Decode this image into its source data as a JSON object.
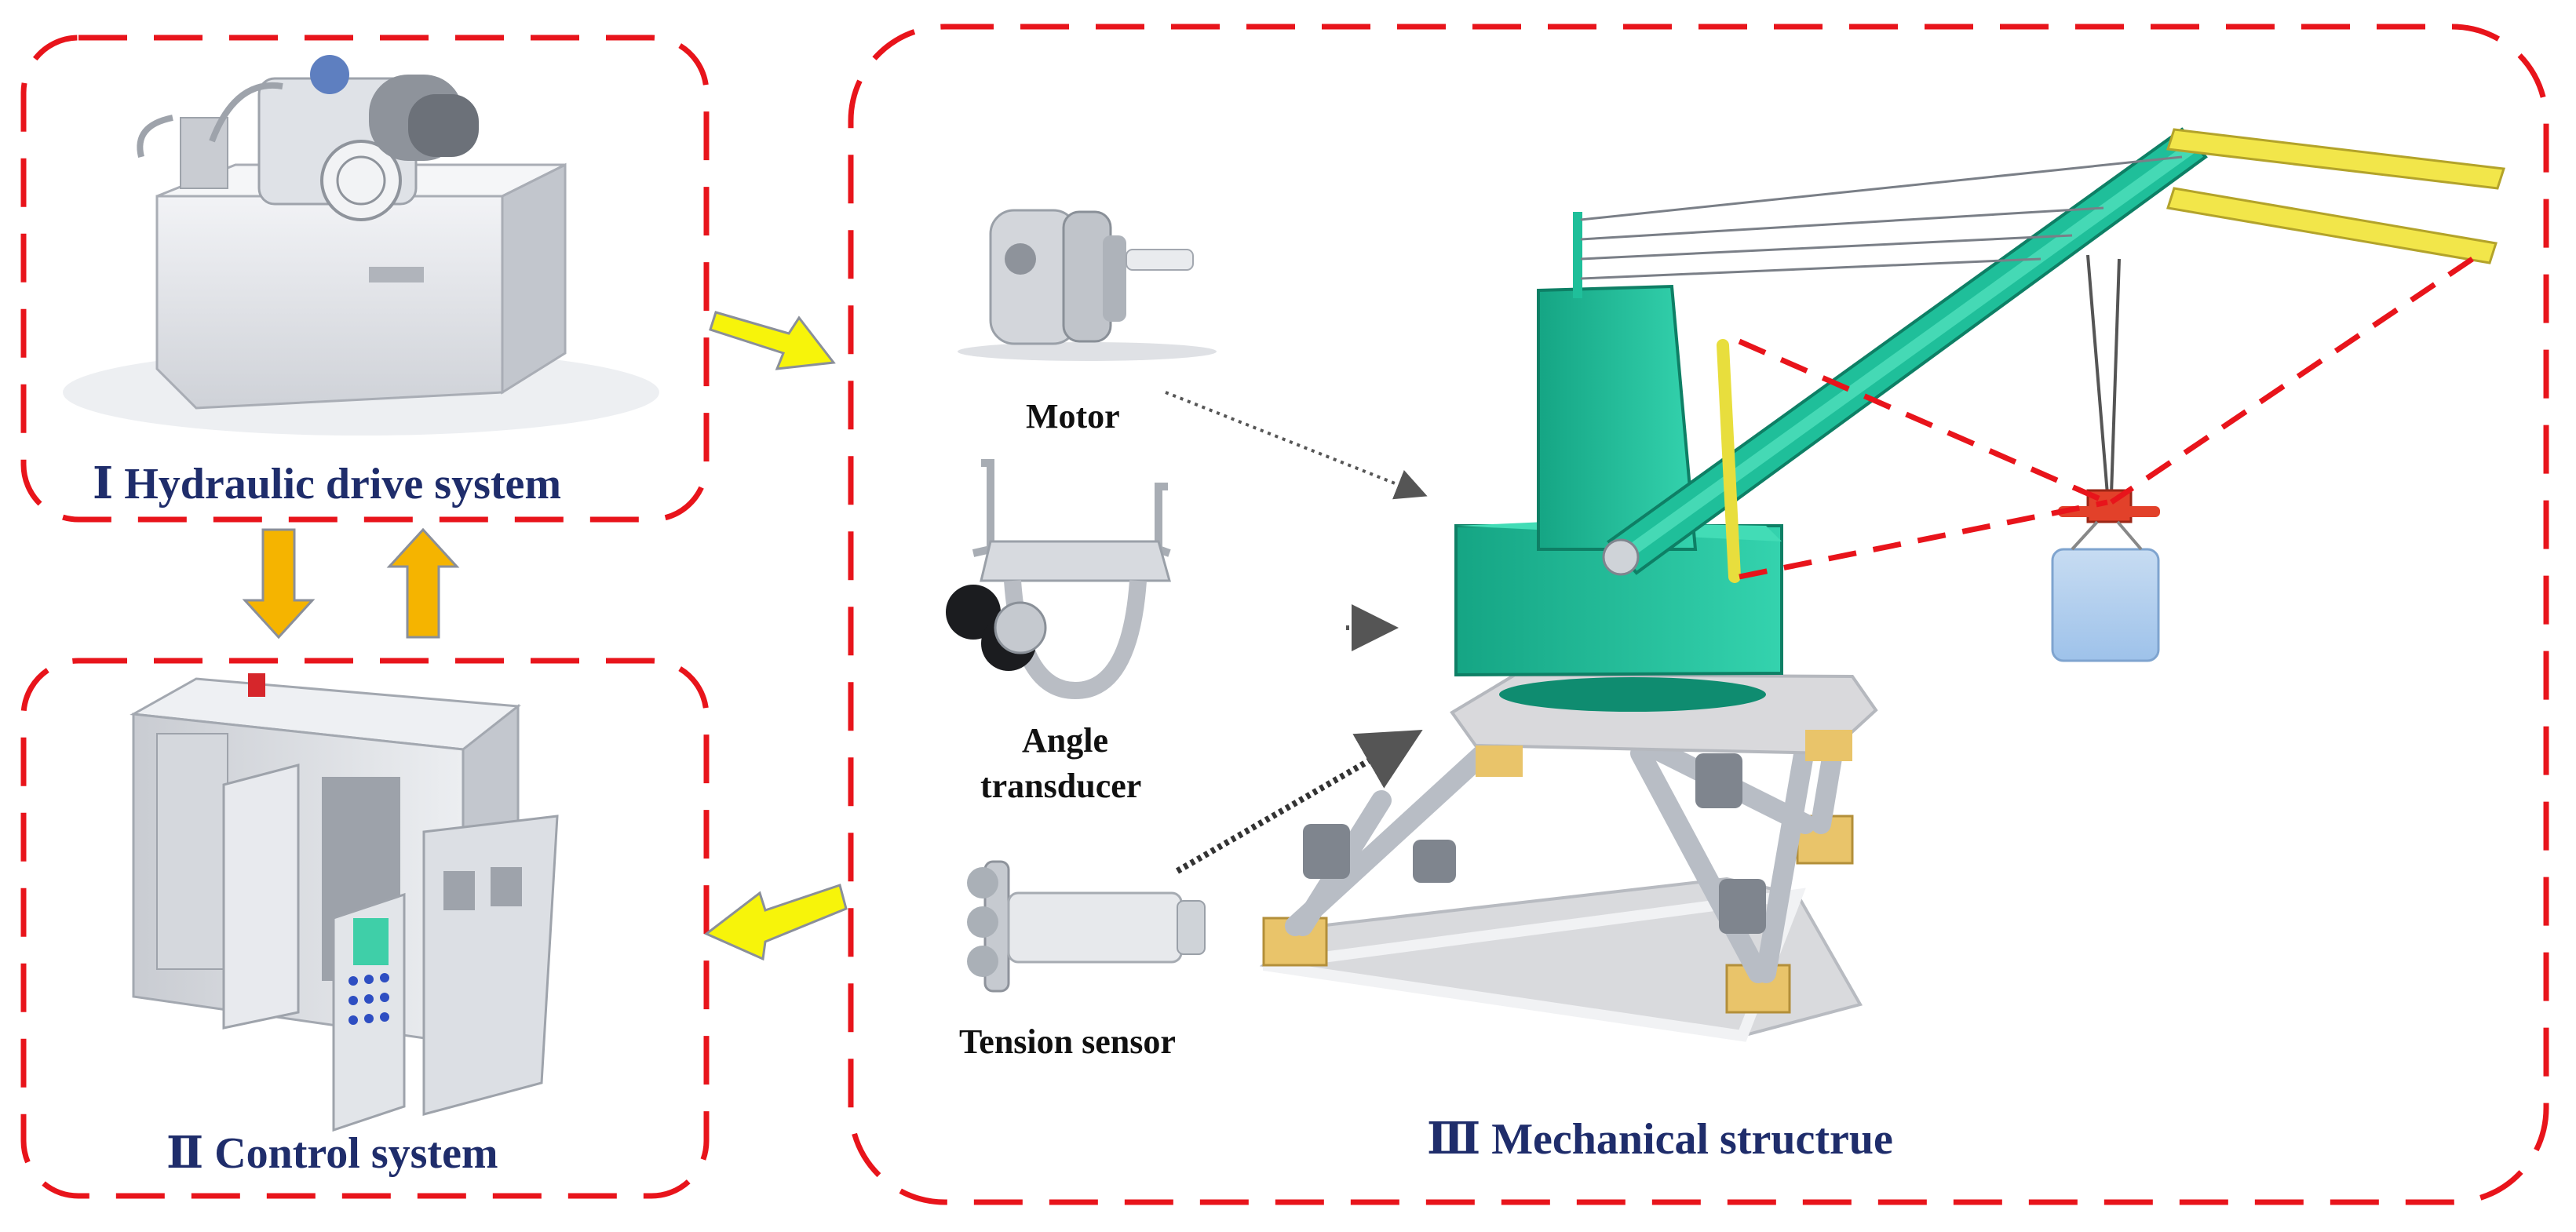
{
  "systems": {
    "hydraulic": {
      "title": "Ⅰ Hydraulic drive system"
    },
    "control": {
      "title": "Ⅱ Control system"
    },
    "mechanical": {
      "title": "Ⅲ Mechanical structrue"
    }
  },
  "components": {
    "motor": {
      "label": "Motor"
    },
    "angle_transducer": {
      "label_line1": "Angle",
      "label_line2": "transducer"
    },
    "tension_sensor": {
      "label": "Tension sensor"
    }
  },
  "colors": {
    "dashed_border": "#e8141b",
    "title_text": "#1f2d6b",
    "yellow_arrow": "#f7f40a",
    "orange_arrow": "#f5b400",
    "arrow_outline": "#8a8f9a",
    "crane_green": "#1fbf9a",
    "boom_yellow": "#f2e64a",
    "platform_gray": "#d9dadd"
  }
}
